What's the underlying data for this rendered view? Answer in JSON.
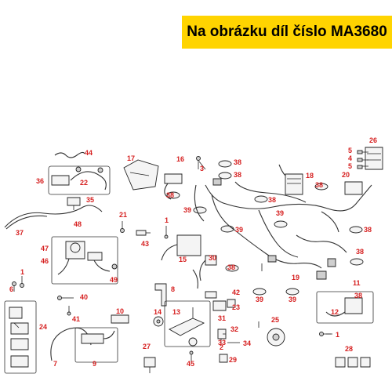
{
  "banner": {
    "text": "Na obrázku díl číslo MA3680",
    "background": "#ffd400"
  },
  "callout_color": "#d62020",
  "callouts": [
    "1",
    "2",
    "3",
    "4",
    "5",
    "6",
    "7",
    "8",
    "9",
    "10",
    "11",
    "12",
    "13",
    "14",
    "15",
    "16",
    "17",
    "18",
    "19",
    "20",
    "21",
    "22",
    "23",
    "24",
    "25",
    "26",
    "27",
    "28",
    "29",
    "30",
    "31",
    "32",
    "33",
    "34",
    "35",
    "36",
    "37",
    "38",
    "39",
    "40",
    "41",
    "42",
    "43",
    "44",
    "45",
    "46",
    "47",
    "48",
    "49"
  ]
}
